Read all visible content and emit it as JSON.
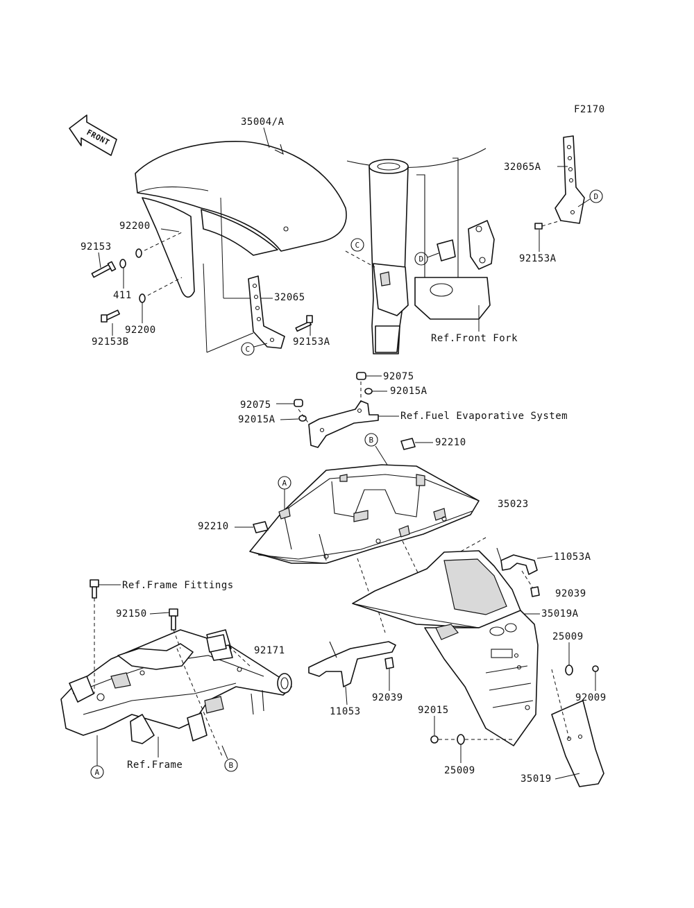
{
  "diagram_code": "F2170",
  "front_arrow_label": "FRONT",
  "callouts": {
    "fender_front": "35004/A",
    "bracket_32065A": "32065A",
    "bolt_92153A_top": "92153A",
    "washer_92200_top": "92200",
    "bolt_92153": "92153",
    "washer_411": "411",
    "bracket_32065": "32065",
    "washer_92200_bottom": "92200",
    "bolt_92153B": "92153B",
    "bolt_92153A_bottom": "92153A",
    "ref_front_fork": "Ref.Front Fork",
    "cap_92075_top": "92075",
    "nut_92015A_top": "92015A",
    "cap_92075_left": "92075",
    "nut_92015A_left": "92015A",
    "ref_fuel_evap": "Ref.Fuel Evaporative System",
    "clip_92210_top": "92210",
    "fender_rear_35023": "35023",
    "clip_92210_left": "92210",
    "bracket_11053A": "11053A",
    "ref_frame_fittings": "Ref.Frame Fittings",
    "screw_92039_right": "92039",
    "bolt_92150": "92150",
    "flap_35019A": "35019A",
    "grommet_92171": "92171",
    "collar_25009_right": "25009",
    "nut_92009": "92009",
    "bracket_11053": "11053",
    "screw_92039_bottom": "92039",
    "nut_92015": "92015",
    "ref_frame": "Ref.Frame",
    "collar_25009_bottom": "25009",
    "flap_35019": "35019"
  },
  "ref_circles": {
    "c_front": "C",
    "d_fork": "D",
    "d_bracket": "D",
    "c_bracket": "C",
    "b_fender": "B",
    "a_fender": "A",
    "a_frame": "A",
    "b_frame": "B"
  }
}
